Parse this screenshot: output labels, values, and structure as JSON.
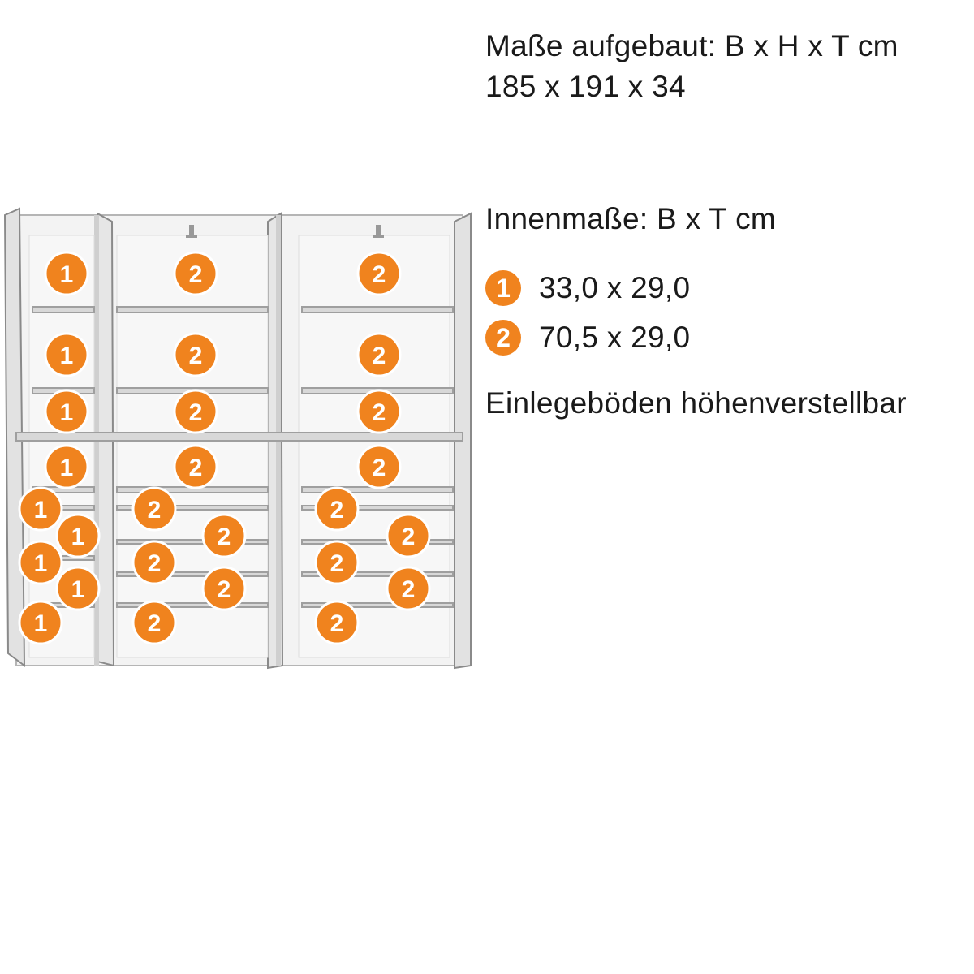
{
  "heading": {
    "dimensions_label": "Maße aufgebaut: B x H x T cm",
    "dimensions_value": "185 x 191 x 34",
    "inner_label": "Innenmaße: B x T cm",
    "note": "Einlegeböden höhenverstellbar"
  },
  "legend": [
    {
      "marker": "1",
      "value": "33,0 x 29,0"
    },
    {
      "marker": "2",
      "value": "70,5 x 29,0"
    }
  ],
  "colors": {
    "badge": "#f0831e",
    "badge_ring": "#ffffff",
    "cabinet_back": "#f3f3f3",
    "shelf": "#d6d6d6",
    "frame": "#8a8a8a"
  },
  "compartment_markers": {
    "left_column": [
      "1",
      "1",
      "1",
      "1",
      "1",
      "1",
      "1",
      "1",
      "1"
    ],
    "middle_column": [
      "2",
      "2",
      "2",
      "2",
      "2",
      "2",
      "2",
      "2",
      "2"
    ],
    "right_column": [
      "2",
      "2",
      "2",
      "2",
      "2",
      "2",
      "2",
      "2",
      "2"
    ]
  }
}
